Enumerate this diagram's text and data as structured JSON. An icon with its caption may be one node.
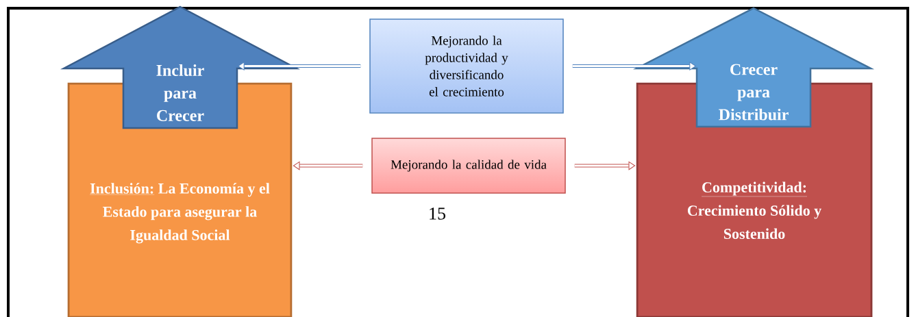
{
  "diagram": {
    "nodes": [
      {
        "text": [
          "Inclusión:",
          "La Economía y el Estado para asegurar la Igualdad Social"
        ]
      },
      {
        "text": [
          "Incluir para Crecer"
        ]
      },
      {
        "text": [
          "Mejorando la productividad y diversificando el crecimiento"
        ]
      },
      {
        "text": [
          "Mejorando la calidad de vida"
        ]
      },
      {
        "text": [
          "Competitividad:",
          "Crecimiento Sólido y Sostenido"
        ]
      },
      {
        "text": [
          "Crecer para Distribuir"
        ]
      }
    ],
    "edges": [
      {
        "from": 2,
        "to": 1,
        "arrow": "to",
        "color": "#4f81bd"
      },
      {
        "from": 2,
        "to": 5,
        "arrow": "to",
        "color": "#4f81bd"
      },
      {
        "from": 3,
        "to": 0,
        "arrow": "to",
        "color": "#c0504d"
      },
      {
        "from": 3,
        "to": 4,
        "arrow": "to",
        "color": "#c0504d"
      }
    ],
    "labels": [
      "15"
    ]
  }
}
